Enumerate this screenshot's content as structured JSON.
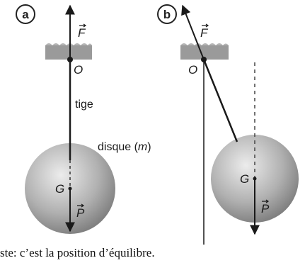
{
  "panels": [
    {
      "id": "a",
      "pivot": "O",
      "force_top": "F",
      "center": "G",
      "weight": "P",
      "rod_label": "tige",
      "disk_label": "disque (m)"
    },
    {
      "id": "b",
      "pivot": "O",
      "force_top": "F",
      "center": "G",
      "weight": "P"
    }
  ],
  "caption": "ste: c’est la position d’équilibre.",
  "colors": {
    "disk_light": "#e6e6e6",
    "disk_dark": "#7d7d7d",
    "support": "#8f8f8f",
    "line": "#1a1a1a"
  }
}
